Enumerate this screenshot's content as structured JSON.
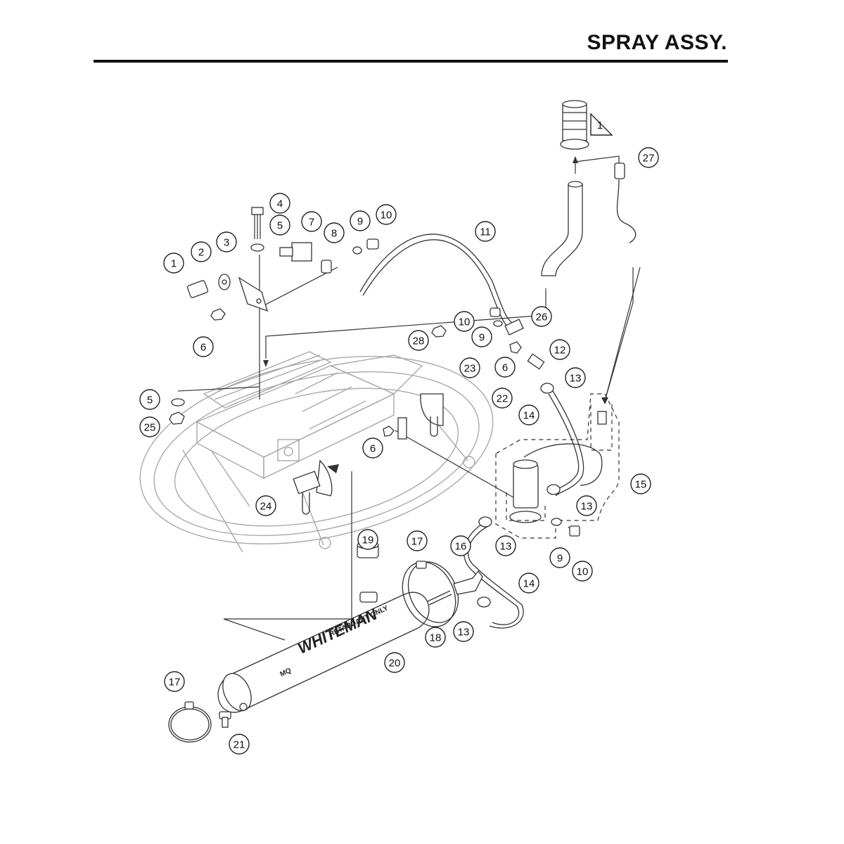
{
  "header": {
    "title": "SPRAY ASSY."
  },
  "tank": {
    "line1": "RETARDANT ONLY",
    "brand": "WHITEMAN",
    "badge": "MQ"
  },
  "callouts": [
    {
      "id": "c1",
      "label": "1"
    },
    {
      "id": "c2",
      "label": "2"
    },
    {
      "id": "c3",
      "label": "3"
    },
    {
      "id": "c4",
      "label": "4"
    },
    {
      "id": "c5a",
      "label": "5"
    },
    {
      "id": "c5b",
      "label": "5"
    },
    {
      "id": "c6a",
      "label": "6"
    },
    {
      "id": "c6b",
      "label": "6"
    },
    {
      "id": "c6c",
      "label": "6"
    },
    {
      "id": "c7",
      "label": "7"
    },
    {
      "id": "c8",
      "label": "8"
    },
    {
      "id": "c9a",
      "label": "9"
    },
    {
      "id": "c9b",
      "label": "9"
    },
    {
      "id": "c9c",
      "label": "9"
    },
    {
      "id": "c10a",
      "label": "10"
    },
    {
      "id": "c10b",
      "label": "10"
    },
    {
      "id": "c10c",
      "label": "10"
    },
    {
      "id": "c11",
      "label": "11"
    },
    {
      "id": "c12",
      "label": "12"
    },
    {
      "id": "c13a",
      "label": "13"
    },
    {
      "id": "c13b",
      "label": "13"
    },
    {
      "id": "c13c",
      "label": "13"
    },
    {
      "id": "c13d",
      "label": "13"
    },
    {
      "id": "c14a",
      "label": "14"
    },
    {
      "id": "c14b",
      "label": "14"
    },
    {
      "id": "c15",
      "label": "15"
    },
    {
      "id": "c16",
      "label": "16"
    },
    {
      "id": "c17a",
      "label": "17"
    },
    {
      "id": "c17b",
      "label": "17"
    },
    {
      "id": "c18",
      "label": "18"
    },
    {
      "id": "c19",
      "label": "19"
    },
    {
      "id": "c20",
      "label": "20"
    },
    {
      "id": "c21",
      "label": "21"
    },
    {
      "id": "c22",
      "label": "22"
    },
    {
      "id": "c23",
      "label": "23"
    },
    {
      "id": "c24",
      "label": "24"
    },
    {
      "id": "c25",
      "label": "25"
    },
    {
      "id": "c26",
      "label": "26"
    },
    {
      "id": "c27",
      "label": "27"
    },
    {
      "id": "c28",
      "label": "28"
    }
  ],
  "note_flag": {
    "label": "1"
  }
}
